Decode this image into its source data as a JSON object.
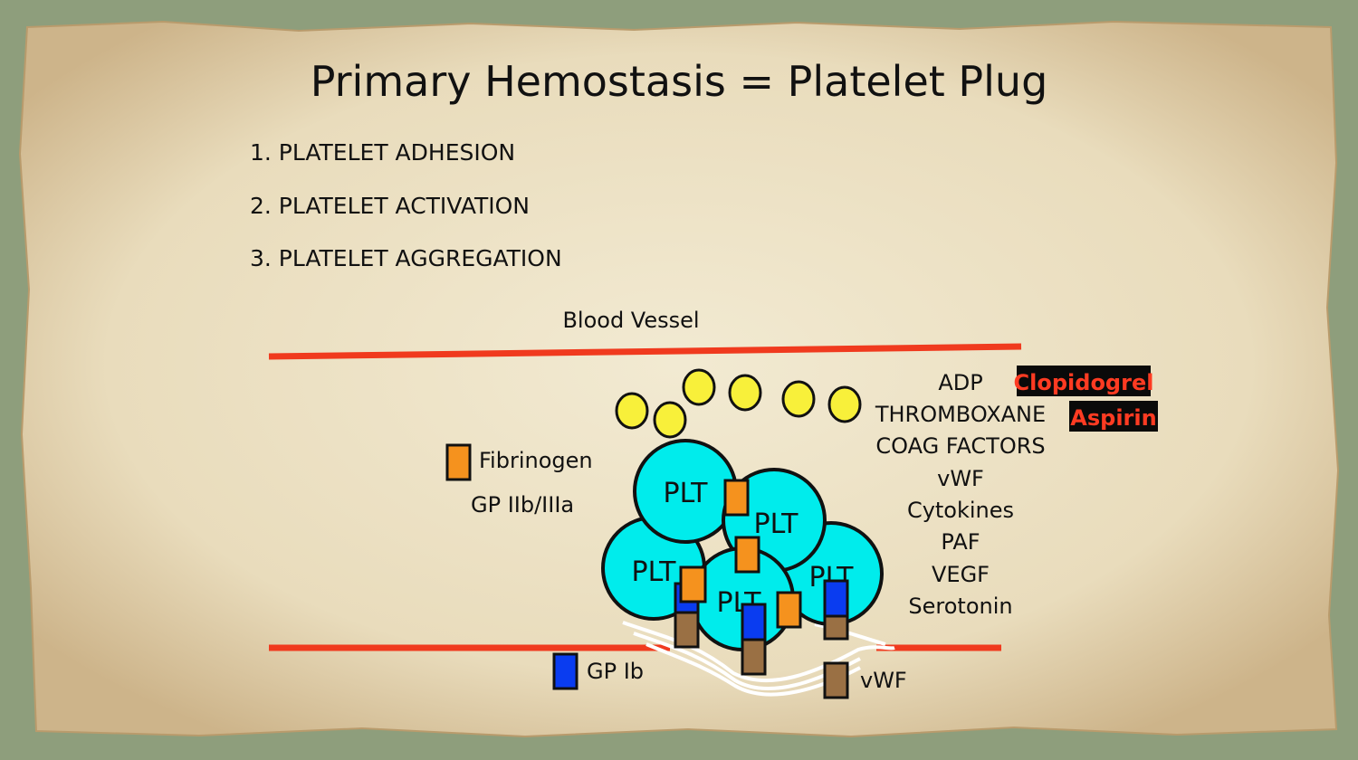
{
  "slide": {
    "title": "Primary Hemostasis = Platelet Plug",
    "steps": [
      "1. PLATELET ADHESION",
      "2. PLATELET ACTIVATION",
      "3. PLATELET AGGREGATION"
    ]
  },
  "diagram": {
    "vessel_label": "Blood Vessel",
    "platelet_label": "PLT",
    "legend": {
      "fibrinogen": "Fibrinogen",
      "gp_iib_iiia": "GP IIb/IIIa",
      "gp_ib": "GP Ib",
      "vwf": "vWF"
    },
    "released_factors": [
      "ADP",
      "THROMBOXANE",
      "COAG FACTORS",
      "vWF",
      "Cytokines",
      "PAF",
      "VEGF",
      "Serotonin"
    ],
    "drugs": {
      "clopidogrel": "Clopidogrel",
      "aspirin": "Aspirin"
    }
  },
  "colors": {
    "background": "#8e9e7c",
    "paper": "#ede2c6",
    "vessel_wall": "#f03a1e",
    "platelet": "#00ecec",
    "granule": "#f8f03a",
    "fibrinogen": "#f5921e",
    "gp_ib": "#0a3cf0",
    "vwf": "#9a7044",
    "drug_box": "#0a0a0a",
    "drug_text": "#ff3b22"
  }
}
